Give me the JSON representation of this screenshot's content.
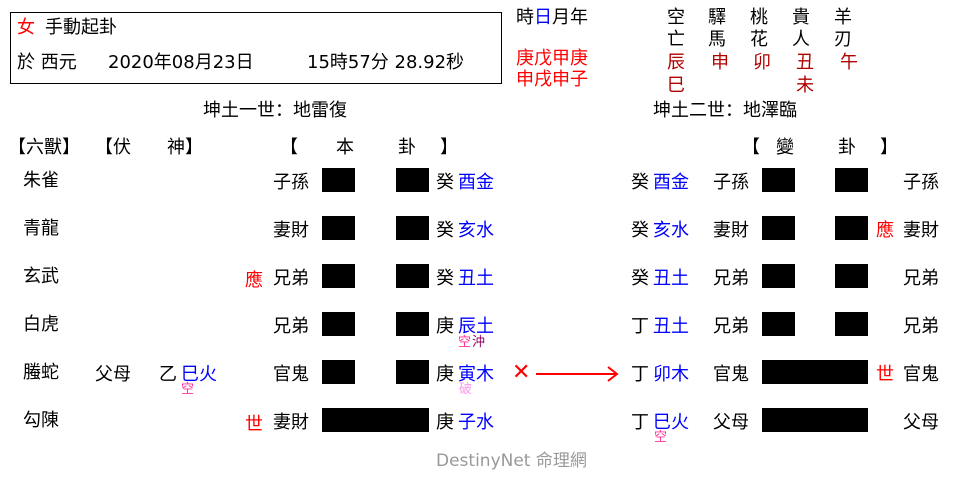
{
  "header": {
    "gender": "女",
    "method": "手動起卦",
    "date_prefix": "於 西元",
    "date": "2020年08月23日",
    "time": "15時57分 28.92秒"
  },
  "pillars": {
    "labels": [
      "時",
      "日",
      "月",
      "年"
    ],
    "stems": "庚戊甲庚",
    "branches": "申戌申子"
  },
  "shensha": {
    "columns": [
      {
        "name1": "空",
        "name2": "亡",
        "values": [
          "辰",
          "巳"
        ]
      },
      {
        "name1": "驛",
        "name2": "馬",
        "values": [
          "申"
        ]
      },
      {
        "name1": "桃",
        "name2": "花",
        "values": [
          "卯"
        ]
      },
      {
        "name1": "貴",
        "name2": "人",
        "values": [
          "丑",
          "未"
        ]
      },
      {
        "name1": "羊",
        "name2": "刃",
        "values": [
          "午"
        ]
      }
    ]
  },
  "main_hexagram_title": "坤土一世：地雷復",
  "changed_hexagram_title": "坤土二世：地澤臨",
  "column_headers": {
    "six_beasts": "【六獸】",
    "hidden_god": "【伏　　神】",
    "main_open": "【",
    "main_1": "本",
    "main_2": "卦",
    "main_close": "】",
    "changed_open": "【",
    "changed_1": "變",
    "changed_2": "卦",
    "changed_close": "】"
  },
  "main_lines": [
    {
      "beast": "朱雀",
      "hidden_rel": "",
      "hidden_stem": "",
      "hidden_branch": "",
      "hidden_mark": "",
      "marker": "",
      "relation": "子孫",
      "type": "yin",
      "stem": "癸",
      "branch": "酉金",
      "notes": []
    },
    {
      "beast": "青龍",
      "hidden_rel": "",
      "hidden_stem": "",
      "hidden_branch": "",
      "hidden_mark": "",
      "marker": "",
      "relation": "妻財",
      "type": "yin",
      "stem": "癸",
      "branch": "亥水",
      "notes": []
    },
    {
      "beast": "玄武",
      "hidden_rel": "",
      "hidden_stem": "",
      "hidden_branch": "",
      "hidden_mark": "",
      "marker": "應",
      "relation": "兄弟",
      "type": "yin",
      "stem": "癸",
      "branch": "丑土",
      "notes": []
    },
    {
      "beast": "白虎",
      "hidden_rel": "",
      "hidden_stem": "",
      "hidden_branch": "",
      "hidden_mark": "",
      "marker": "",
      "relation": "兄弟",
      "type": "yin",
      "stem": "庚",
      "branch": "辰土",
      "notes": [
        "空",
        "沖"
      ]
    },
    {
      "beast": "螣蛇",
      "hidden_rel": "父母",
      "hidden_stem": "乙",
      "hidden_branch": "巳火",
      "hidden_mark": "空",
      "marker": "",
      "relation": "官鬼",
      "type": "yin",
      "stem": "庚",
      "branch": "寅木",
      "notes": [
        "破"
      ],
      "moving": "✕"
    },
    {
      "beast": "勾陳",
      "hidden_rel": "",
      "hidden_stem": "",
      "hidden_branch": "",
      "hidden_mark": "",
      "marker": "世",
      "relation": "妻財",
      "type": "yang",
      "stem": "庚",
      "branch": "子水",
      "notes": []
    }
  ],
  "changed_lines": [
    {
      "stem": "癸",
      "branch": "酉金",
      "relation": "子孫",
      "type": "yin",
      "marker": "",
      "rel_right": "子孫",
      "note": ""
    },
    {
      "stem": "癸",
      "branch": "亥水",
      "relation": "妻財",
      "type": "yin",
      "marker": "應",
      "rel_right": "妻財",
      "note": ""
    },
    {
      "stem": "癸",
      "branch": "丑土",
      "relation": "兄弟",
      "type": "yin",
      "marker": "",
      "rel_right": "兄弟",
      "note": ""
    },
    {
      "stem": "丁",
      "branch": "丑土",
      "relation": "兄弟",
      "type": "yin",
      "marker": "",
      "rel_right": "兄弟",
      "note": ""
    },
    {
      "stem": "丁",
      "branch": "卯木",
      "relation": "官鬼",
      "type": "yang",
      "marker": "世",
      "rel_right": "官鬼",
      "note": ""
    },
    {
      "stem": "丁",
      "branch": "巳火",
      "relation": "父母",
      "type": "yang",
      "marker": "",
      "rel_right": "父母",
      "note": "空"
    }
  ],
  "footer": {
    "brand": "DestinyNet 命理網"
  },
  "colors": {
    "red": "#ff0000",
    "dark_red": "#b00000",
    "blue": "#0000ff",
    "pink": "#ff3399",
    "purple": "#990066",
    "light_pink": "#ff99ee",
    "grey": "#999999"
  }
}
